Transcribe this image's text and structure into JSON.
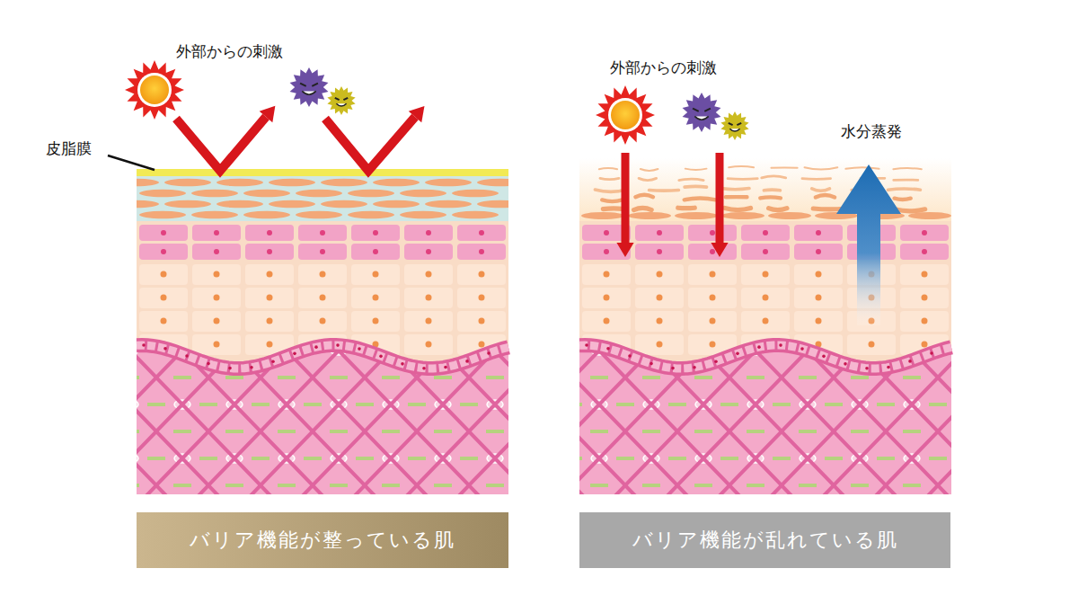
{
  "diagram": {
    "nodes": [
      {
        "text": [
          "バリア機能が整っている肌"
        ]
      },
      {
        "text": [
          "バリア機能が乱れている肌"
        ]
      }
    ],
    "labels": [
      "外部からの刺激",
      "皮脂膜",
      "外部からの刺激",
      "水分蒸発"
    ]
  }
}
